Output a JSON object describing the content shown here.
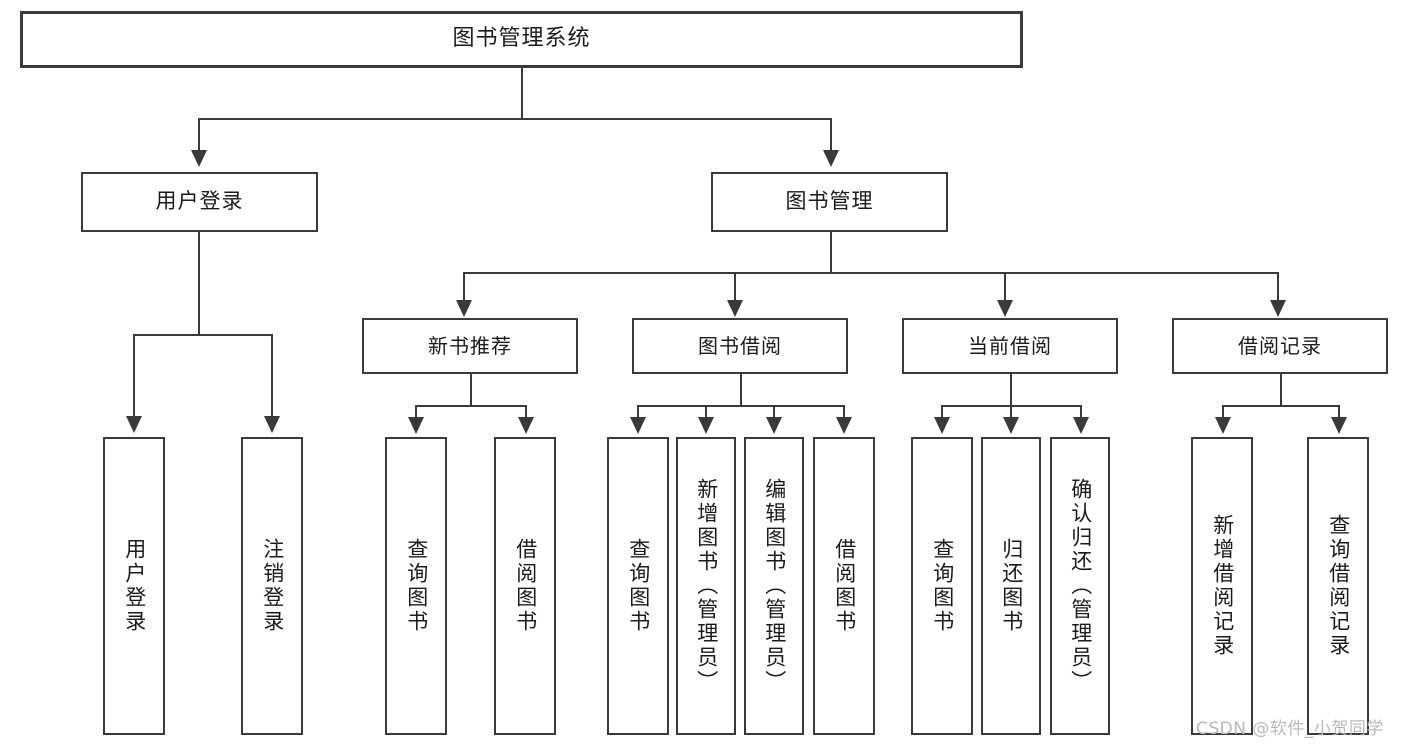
{
  "diagram": {
    "type": "tree-hierarchy-flowchart",
    "root": {
      "id": "root",
      "label": "图书管理系统"
    },
    "level2": [
      {
        "id": "user-login",
        "label": "用户登录"
      },
      {
        "id": "book-management",
        "label": "图书管理"
      }
    ],
    "level3": [
      {
        "id": "new-book-recommend",
        "label": "新书推荐"
      },
      {
        "id": "book-borrow",
        "label": "图书借阅"
      },
      {
        "id": "current-borrow",
        "label": "当前借阅"
      },
      {
        "id": "borrow-record",
        "label": "借阅记录"
      }
    ],
    "leaves": [
      {
        "id": "leaf-user-login",
        "label": "用户登录",
        "parent": "user-login"
      },
      {
        "id": "leaf-logout-login",
        "label": "注销登录",
        "parent": "user-login"
      },
      {
        "id": "leaf-query-book-1",
        "label": "查询图书",
        "parent": "new-book-recommend"
      },
      {
        "id": "leaf-borrow-book-1",
        "label": "借阅图书",
        "parent": "new-book-recommend"
      },
      {
        "id": "leaf-query-book-2",
        "label": "查询图书",
        "parent": "book-borrow"
      },
      {
        "id": "leaf-add-book",
        "label": "新增图书（管理员）",
        "parent": "book-borrow"
      },
      {
        "id": "leaf-edit-book",
        "label": "编辑图书（管理员）",
        "parent": "book-borrow"
      },
      {
        "id": "leaf-borrow-book-2",
        "label": "借阅图书",
        "parent": "book-borrow"
      },
      {
        "id": "leaf-query-book-3",
        "label": "查询图书",
        "parent": "current-borrow"
      },
      {
        "id": "leaf-return-book",
        "label": "归还图书",
        "parent": "current-borrow"
      },
      {
        "id": "leaf-confirm-return",
        "label": "确认归还（管理员）",
        "parent": "current-borrow"
      },
      {
        "id": "leaf-add-record",
        "label": "新增借阅记录",
        "parent": "borrow-record"
      },
      {
        "id": "leaf-query-record",
        "label": "查询借阅记录",
        "parent": "borrow-record"
      }
    ],
    "colors": {
      "stroke": "#3a3a3a",
      "background": "#ffffff",
      "text": "#1b1b1b",
      "watermark": "#b9b9b9"
    }
  },
  "watermark": {
    "text": "CSDN @软件_小贺同学"
  }
}
